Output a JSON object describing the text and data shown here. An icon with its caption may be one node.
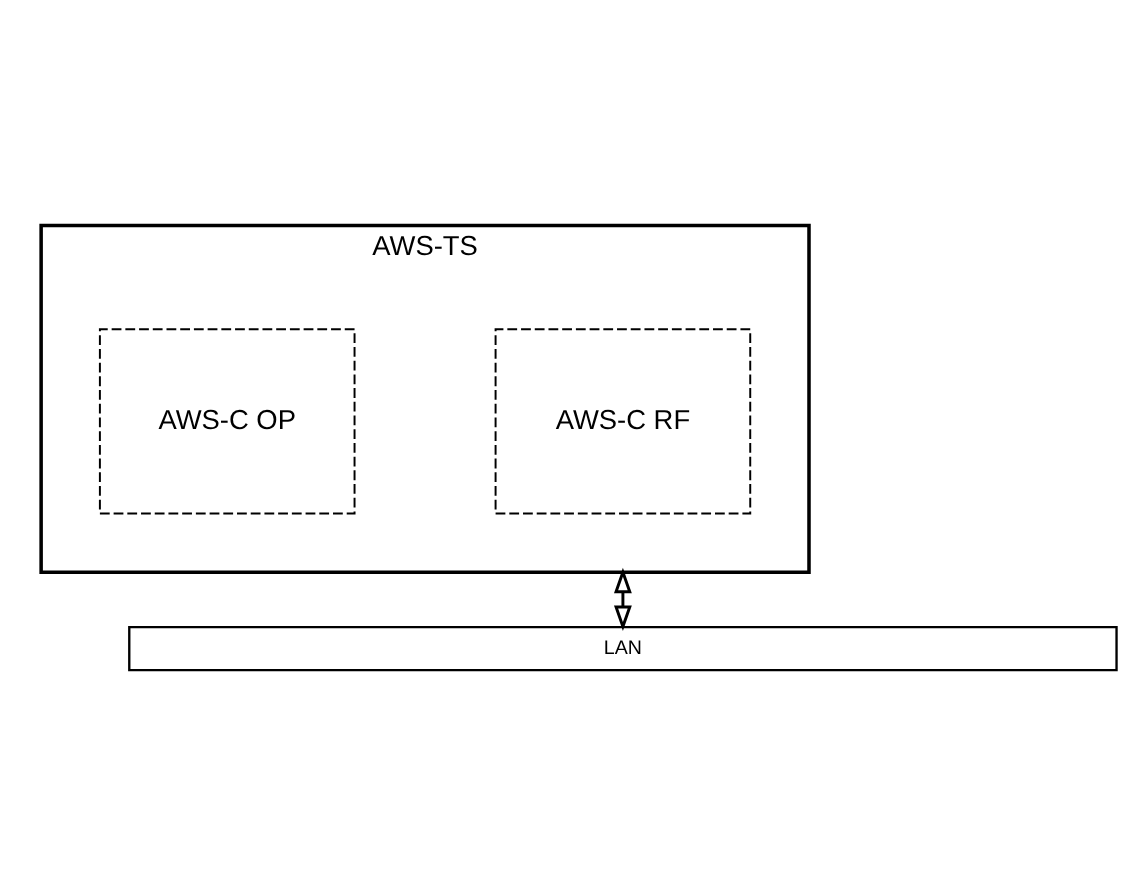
{
  "diagram": {
    "nodes": [
      {
        "text": [
          "AWS-TS"
        ]
      },
      {
        "text": [
          "AWS-C RF"
        ],
        "in": 0
      },
      {
        "text": [
          "AWS-C OP"
        ],
        "in": 0
      },
      {
        "text": [
          "LAN"
        ]
      }
    ],
    "edges": [
      {
        "from": 0,
        "to": 3,
        "arrow": "both"
      }
    ]
  }
}
